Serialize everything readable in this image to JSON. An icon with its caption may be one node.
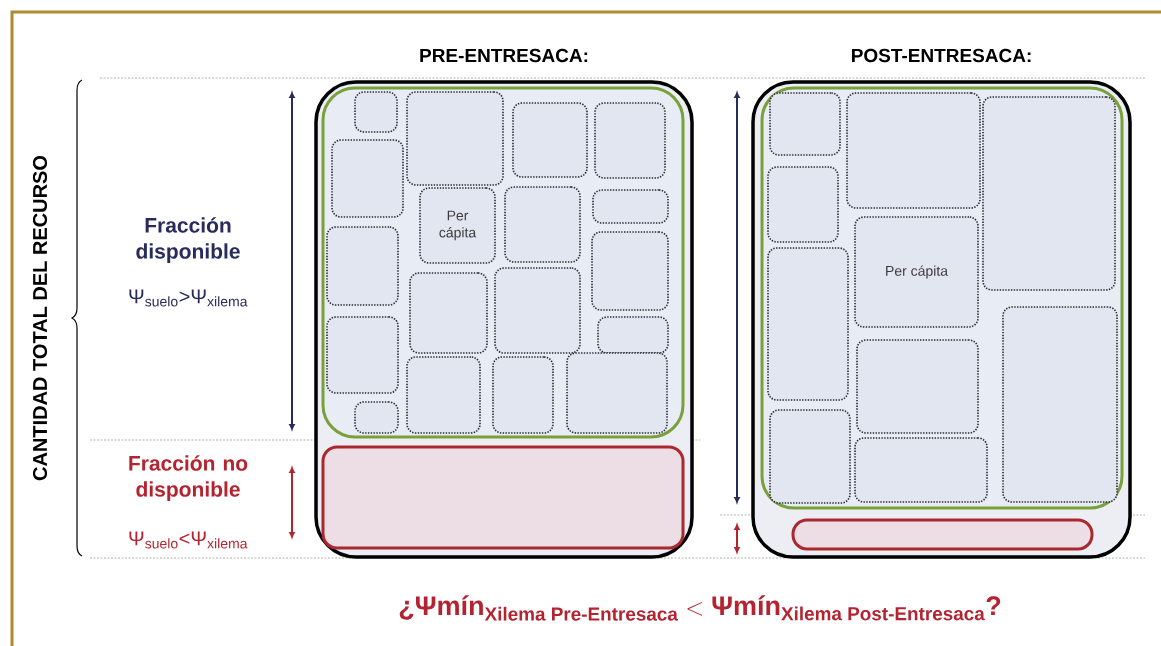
{
  "diagram": {
    "nodes": [
      {
        "text": [
          "PRE-ENTRESACA:"
        ]
      },
      {
        "text": [],
        "shape": "box",
        "in": 0
      },
      {
        "text": [],
        "shape": "box",
        "in": 1
      },
      {
        "text": [],
        "shape": "box",
        "in": 1
      },
      {
        "text": [],
        "shape": "box",
        "in": 1
      },
      {
        "text": [],
        "shape": "box",
        "in": 1
      },
      {
        "text": [],
        "shape": "box",
        "in": 1
      },
      {
        "text": [
          "Per cápita"
        ],
        "in": 1
      },
      {
        "text": [],
        "shape": "box",
        "in": 1
      },
      {
        "text": [],
        "shape": "box",
        "in": 1
      },
      {
        "text": [],
        "shape": "box",
        "in": 1
      },
      {
        "text": [],
        "shape": "box",
        "in": 1
      },
      {
        "text": [],
        "shape": "box",
        "in": 1
      },
      {
        "text": [],
        "shape": "box",
        "in": 1
      },
      {
        "text": [],
        "shape": "box",
        "in": 1
      },
      {
        "text": [],
        "shape": "box",
        "in": 1
      },
      {
        "text": [],
        "shape": "box",
        "in": 1
      },
      {
        "text": [],
        "shape": "box",
        "in": 1
      },
      {
        "text": [],
        "shape": "box",
        "in": 1
      },
      {
        "text": [],
        "shape": "box",
        "in": 1
      },
      {
        "text": [],
        "shape": "box",
        "in": 0
      },
      {
        "text": [
          "POST-ENTRESACA:"
        ]
      },
      {
        "text": [],
        "shape": "box",
        "in": 21
      },
      {
        "text": [],
        "shape": "box",
        "in": 22
      },
      {
        "text": [],
        "shape": "box",
        "in": 22
      },
      {
        "text": [],
        "shape": "box",
        "in": 22
      },
      {
        "text": [],
        "shape": "box",
        "in": 22
      },
      {
        "text": [
          "Per cápita"
        ],
        "in": 22
      },
      {
        "text": [],
        "shape": "box",
        "in": 22
      },
      {
        "text": [],
        "shape": "box",
        "in": 22
      },
      {
        "text": [],
        "shape": "box",
        "in": 22
      },
      {
        "text": [],
        "shape": "box",
        "in": 22
      },
      {
        "text": [],
        "shape": "box",
        "in": 22
      },
      {
        "text": [],
        "shape": "box",
        "in": 21
      }
    ],
    "labels": [
      "CANTIDAD TOTAL DEL RECURSO",
      "Fracción disponible",
      "Ψ$_{suelo}$>Ψ$_{xilema}$",
      "Fracción no disponible",
      "Ψ$_{suelo}$<Ψ$_{xilema}$",
      "\\text{¿Ψmín}_{\\text{Xilema Pre-Entresaca}} < \\text{Ψmín}_{\\text{Xilema Post-Entresaca}}\\text{?}"
    ]
  }
}
